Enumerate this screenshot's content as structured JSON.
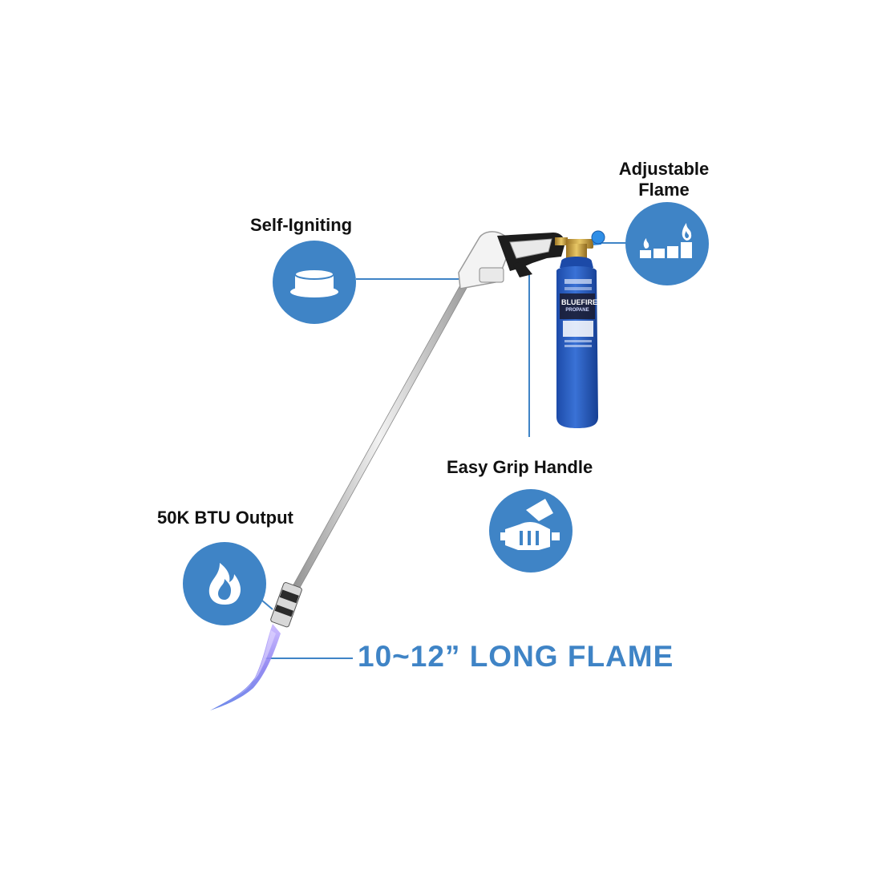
{
  "features": {
    "adjustable_flame": "Adjustable\nFlame",
    "self_igniting": "Self-Igniting",
    "easy_grip": "Easy Grip Handle",
    "btu_output": "50K BTU Output"
  },
  "headline": "10~12” LONG FLAME",
  "cylinder": {
    "brand": "BLUEFIRE",
    "sub": "PROPANE"
  },
  "colors": {
    "accent": "#3f84c6",
    "cylinder": "#2a5fbd",
    "flame": "#8a8cf0"
  },
  "icons": [
    "igniter-icon",
    "flame-levels-icon",
    "grip-hand-icon",
    "fire-icon"
  ]
}
